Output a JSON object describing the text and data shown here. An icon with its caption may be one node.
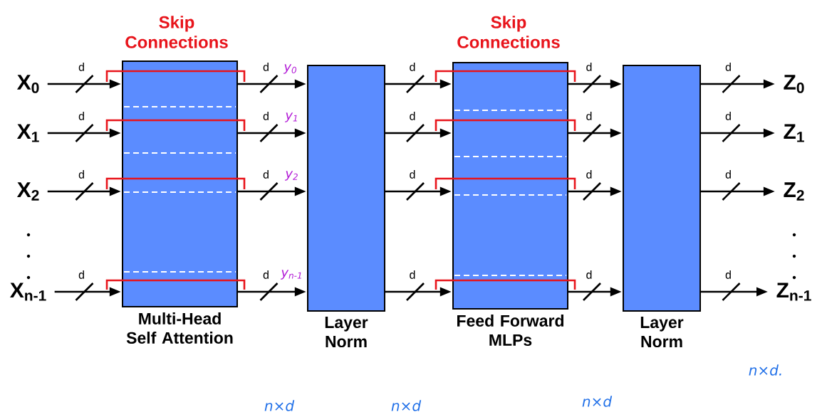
{
  "diagram": {
    "nodes": [
      {
        "text": [
          "X$_{0}$"
        ]
      },
      {
        "text": [
          "X$_{1}$"
        ]
      },
      {
        "text": [
          "X$_{2}$"
        ]
      },
      {
        "text": [
          "X$_{n-1}$"
        ]
      },
      {
        "text": [
          "Multi-Head Self Attention"
        ]
      },
      {
        "text": [
          "Layer Norm"
        ]
      },
      {
        "text": [
          "Feed Forward MLPs"
        ]
      },
      {
        "text": [
          "Layer Norm"
        ]
      },
      {
        "text": [
          "Z$_{0}$"
        ]
      },
      {
        "text": [
          "Z$_{1}$"
        ]
      },
      {
        "text": [
          "Z$_{2}$"
        ]
      },
      {
        "text": [
          "Z$_{n-1}$"
        ]
      }
    ],
    "edges": [
      {
        "from": 0,
        "to": 4,
        "arrow": "to",
        "label": "d"
      },
      {
        "from": 1,
        "to": 4,
        "arrow": "to",
        "label": "d"
      },
      {
        "from": 2,
        "to": 4,
        "arrow": "to",
        "label": "d"
      },
      {
        "from": 3,
        "to": 4,
        "arrow": "to",
        "label": "d"
      },
      {
        "from": 4,
        "to": 5,
        "arrow": "to",
        "label": "d"
      },
      {
        "from": 4,
        "to": 5,
        "arrow": "to",
        "label": "d"
      },
      {
        "from": 4,
        "to": 5,
        "arrow": "to",
        "label": "d"
      },
      {
        "from": 4,
        "to": 5,
        "arrow": "to",
        "label": "d"
      },
      {
        "from": 5,
        "to": 6,
        "arrow": "to",
        "label": "d"
      },
      {
        "from": 5,
        "to": 6,
        "arrow": "to",
        "label": "d"
      },
      {
        "from": 5,
        "to": 6,
        "arrow": "to",
        "label": "d"
      },
      {
        "from": 5,
        "to": 6,
        "arrow": "to",
        "label": "d"
      },
      {
        "from": 6,
        "to": 7,
        "arrow": "to",
        "label": "d"
      },
      {
        "from": 6,
        "to": 7,
        "arrow": "to",
        "label": "d"
      },
      {
        "from": 6,
        "to": 7,
        "arrow": "to",
        "label": "d"
      },
      {
        "from": 6,
        "to": 7,
        "arrow": "to",
        "label": "d"
      },
      {
        "from": 7,
        "to": 8,
        "arrow": "to",
        "label": "d"
      },
      {
        "from": 7,
        "to": 9,
        "arrow": "to",
        "label": "d"
      },
      {
        "from": 7,
        "to": 10,
        "arrow": "to",
        "label": "d"
      },
      {
        "from": 7,
        "to": 11,
        "arrow": "to",
        "label": "d"
      }
    ],
    "labels": [
      "Skip Connections",
      "Skip Connections",
      "y$_{0}$",
      "y$_{1}$",
      "y$_{2}$",
      "y$_{n-1}$",
      "n×d",
      "n×d",
      "n×d",
      "n×d."
    ]
  }
}
